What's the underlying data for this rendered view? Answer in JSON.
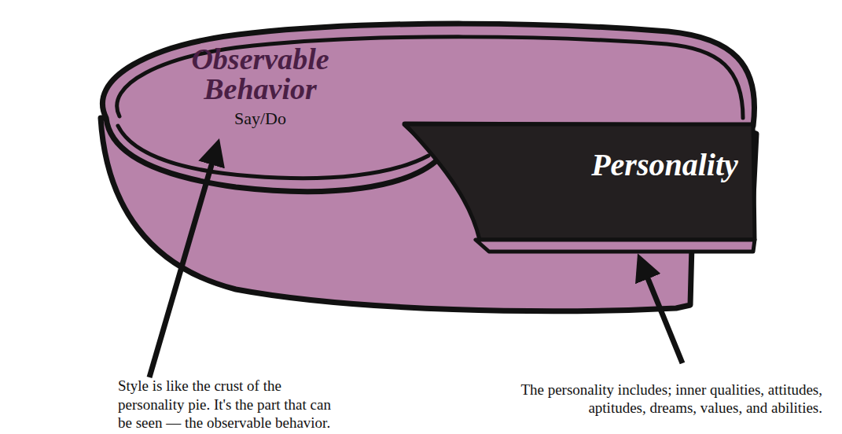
{
  "diagram": {
    "nodes": [
      {
        "text": [
          "Observable Behavior",
          "Say/Do"
        ]
      },
      {
        "text": [
          "Personality"
        ]
      }
    ],
    "labels": [
      "Style is like the crust of the personality pie. It's the part that can be seen — the observable behavior.",
      "The personality includes; inner qualities, attitudes, aptitudes, dreams, values, and abilities."
    ]
  }
}
